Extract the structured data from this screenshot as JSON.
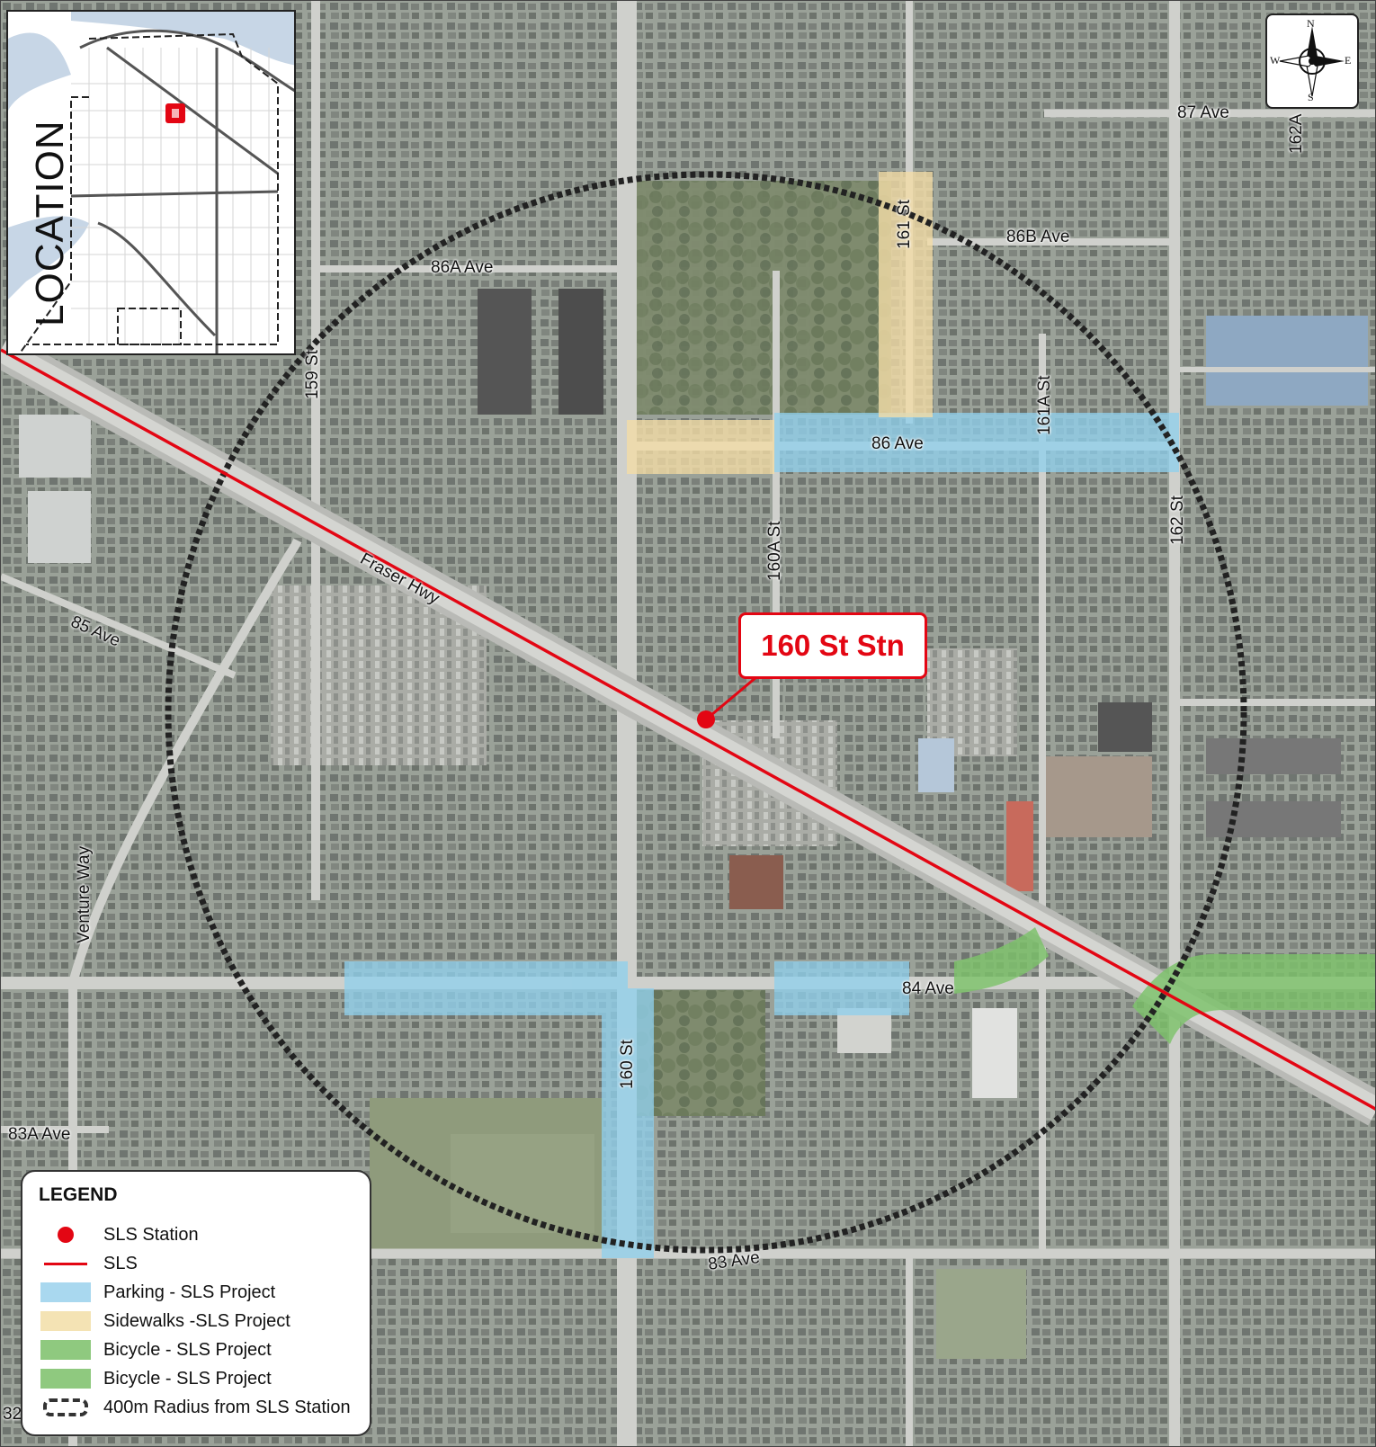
{
  "station": {
    "label": "160 St Stn",
    "marker_color": "#e30613"
  },
  "streets": {
    "ave_87": "87 Ave",
    "ave_86b": "86B Ave",
    "ave_86a": "86A Ave",
    "ave_86": "86 Ave",
    "ave_85": "85 Ave",
    "ave_84": "84 Ave",
    "ave_83a": "83A Ave",
    "ave_83": "83 Ave",
    "st_159": "159 St",
    "st_160": "160 St",
    "st_160a": "160A St",
    "st_161": "161 St",
    "st_161a": "161A St",
    "st_162": "162 St",
    "st_162a": "162A",
    "fraser_hwy": "Fraser Hwy",
    "venture_way": "Venture Way",
    "edge_fragment": "32"
  },
  "locator": {
    "title": "LOCATION",
    "marker_color": "#e30613"
  },
  "north_arrow": {
    "n": "N",
    "s": "S",
    "e": "E",
    "w": "W"
  },
  "legend": {
    "title": "LEGEND",
    "items": [
      {
        "label": "SLS Station",
        "symbol": "dot",
        "color": "#e30613"
      },
      {
        "label": "SLS",
        "symbol": "line",
        "color": "#e30613"
      },
      {
        "label": "Parking - SLS Project",
        "symbol": "fill",
        "color": "#a9d8ef"
      },
      {
        "label": "Sidewalks -SLS Project",
        "symbol": "fill",
        "color": "#f4e3b4"
      },
      {
        "label": "Bicycle - SLS Project",
        "symbol": "fill",
        "color": "#8fc97f"
      },
      {
        "label": "Bicycle - SLS Project",
        "symbol": "fill",
        "color": "#8fc97f"
      },
      {
        "label": "400m Radius from SLS Station",
        "symbol": "dashed-circle",
        "color": "#333333"
      }
    ]
  },
  "colors": {
    "sls_line": "#e30613",
    "parking": "#8fd0ec",
    "sidewalks": "#f2dca6",
    "bicycle": "#7cc26a",
    "radius": "#222222"
  }
}
